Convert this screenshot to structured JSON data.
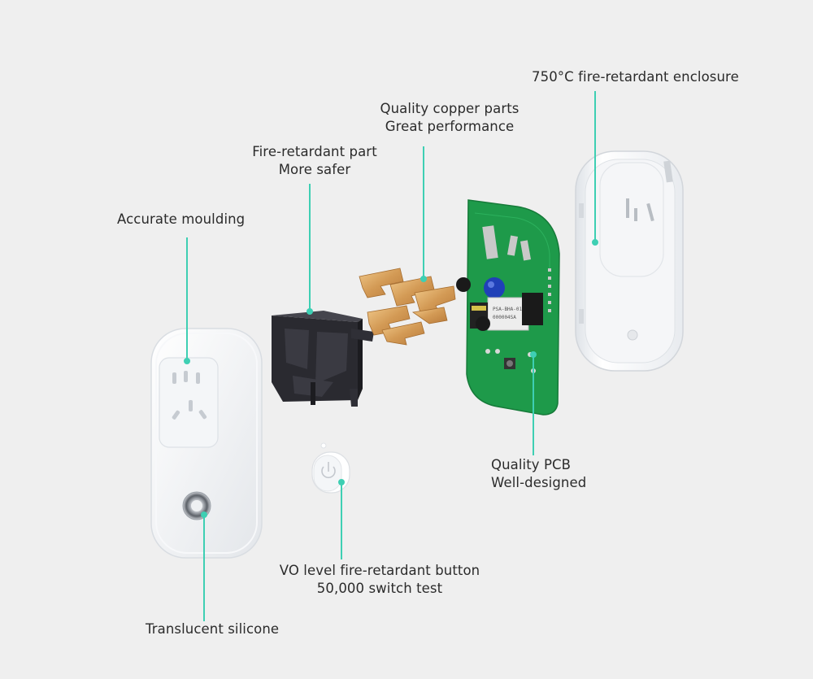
{
  "callouts": {
    "enclosure": {
      "line1": "750°C fire-retardant enclosure"
    },
    "copper": {
      "line1": "Quality copper parts",
      "line2": "Great performance"
    },
    "fire_part": {
      "line1": "Fire-retardant part",
      "line2": "More safer"
    },
    "moulding": {
      "line1": "Accurate moulding"
    },
    "pcb": {
      "line1": "Quality PCB",
      "line2": "Well-designed"
    },
    "button": {
      "line1": "VO level fire-retardant button",
      "line2": "50,000 switch test"
    },
    "silicone": {
      "line1": "Translucent silicone"
    }
  },
  "pcb_print": {
    "model": "PSA-BHA-01",
    "code": "000004SA"
  },
  "colors": {
    "leader": "#3ecfb3",
    "pcb": "#1e9a4a",
    "copper": "#d8a864",
    "black_part": "#2a2a30",
    "shell": "#ffffff",
    "background": "#efefef"
  }
}
